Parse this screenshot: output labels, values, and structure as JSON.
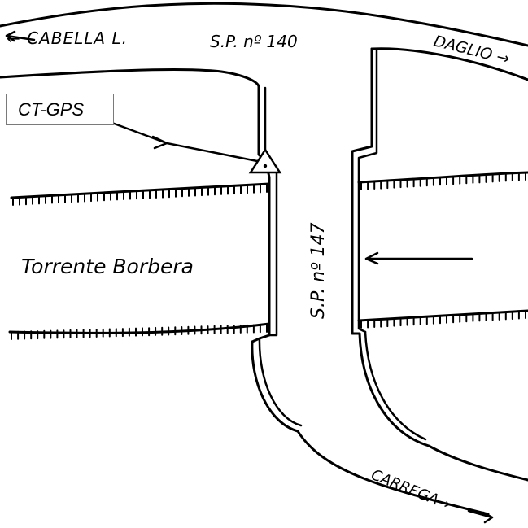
{
  "roads": {
    "cabella": "← CABELLA L.",
    "sp140": "S.P. nº 140",
    "daglio": "DAGLIO →",
    "carrega": "CARREGA→",
    "sp147": "S.P. nº 147"
  },
  "river": {
    "name": "Torrente Borbera"
  },
  "marker": {
    "label": "CT-GPS"
  }
}
